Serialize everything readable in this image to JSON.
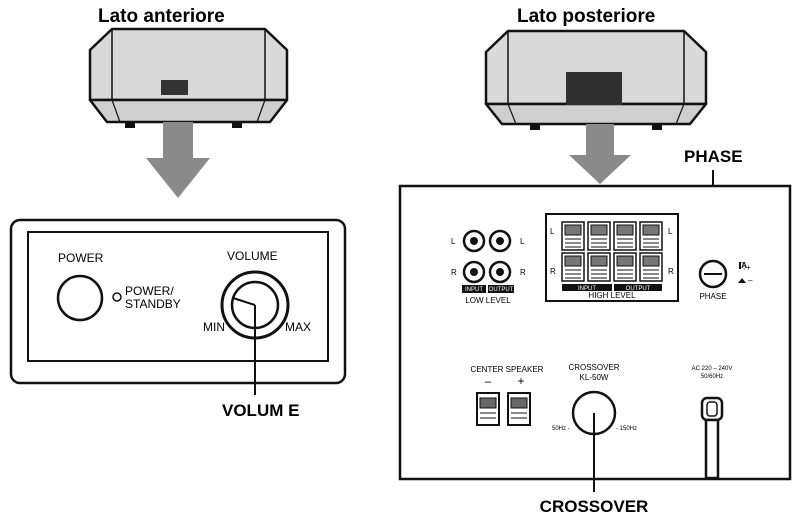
{
  "front": {
    "title": "Lato anteriore",
    "power_label": "POWER",
    "standby_label_1": "POWER/",
    "standby_label_2": "STANDBY",
    "volume_label": "VOLUME",
    "min_label": "MIN",
    "max_label": "MAX",
    "volume_callout": "VOLUM E"
  },
  "rear": {
    "title": "Lato posteriore",
    "phase_callout": "PHASE",
    "phase_label": "PHASE",
    "phase_normal": "+",
    "phase_reverse": "–",
    "low_level_label": "LOW LEVEL",
    "low_input_tag": "INPUT",
    "low_output_tag": "OUTPUT",
    "high_level_label": "HIGH LEVEL",
    "high_input_tag": "INPUT",
    "high_output_tag": "OUTPUT",
    "channel_l": "L",
    "channel_r": "R",
    "center_speaker_label": "CENTER SPEAKER",
    "center_minus": "–",
    "center_plus": "+",
    "crossover_label_1": "CROSSOVER",
    "crossover_label_2": "KL-50W",
    "crossover_min": "50Hz -",
    "crossover_max": "- 150Hz",
    "ac_label_1": "AC 220 – 240V",
    "ac_label_2": "50/60Hz",
    "crossover_callout": "CROSSOVER"
  }
}
